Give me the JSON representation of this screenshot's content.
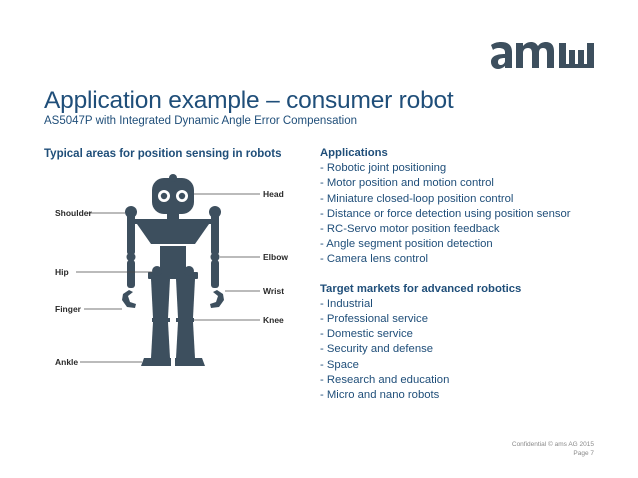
{
  "header": {
    "title": "Application example – consumer robot",
    "subtitle": "AS5047P with Integrated Dynamic Angle Error Compensation",
    "brand_color": "#1f4e79",
    "logo_color": "#3d4f5e"
  },
  "left": {
    "heading": "Typical areas for position sensing in robots",
    "labels": {
      "head": "Head",
      "shoulder": "Shoulder",
      "elbow": "Elbow",
      "hip": "Hip",
      "wrist": "Wrist",
      "finger": "Finger",
      "knee": "Knee",
      "ankle": "Ankle"
    },
    "robot_color": "#3d4f5e"
  },
  "applications": {
    "heading": "Applications",
    "items": [
      "- Robotic joint positioning",
      "- Motor position and motion control",
      "- Miniature closed-loop position control",
      "- Distance or force detection using position sensor",
      "- RC-Servo motor position feedback",
      "- Angle segment position detection",
      "- Camera lens control"
    ]
  },
  "markets": {
    "heading": "Target markets for advanced robotics",
    "items": [
      "- Industrial",
      "- Professional service",
      "- Domestic service",
      "- Security and defense",
      "- Space",
      "- Research and education",
      "- Micro and nano robots"
    ]
  },
  "footer": {
    "confidential": "Confidential © ams AG 2015",
    "page": "Page 7"
  }
}
